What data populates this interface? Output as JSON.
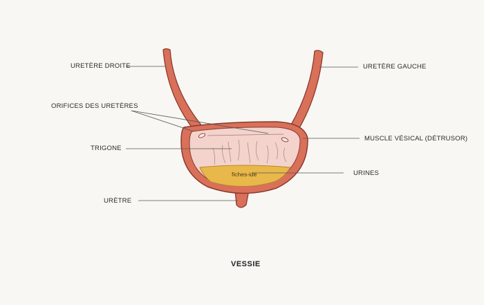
{
  "labels": {
    "uretere_droit": "URETÈRE DROITE",
    "uretere_gauche": "URETÈRE  GAUCHE",
    "orifices": "ORIFICES DES URETÈRES",
    "trigone": "TRIGONE",
    "muscle": "MUSCLE VÉSICAL (DÉTRUSOR)",
    "urines": "URINES",
    "uretre": "URÈTRE"
  },
  "title": "VESSIE",
  "watermark": "fiches-ide",
  "colors": {
    "background": "#f8f7f3",
    "bladder_wall": "#d9705a",
    "wall_outline": "#8a3a2c",
    "inner_lining": "#f3d3cc",
    "urine": "#e8b84a",
    "leader_line": "#555555"
  }
}
